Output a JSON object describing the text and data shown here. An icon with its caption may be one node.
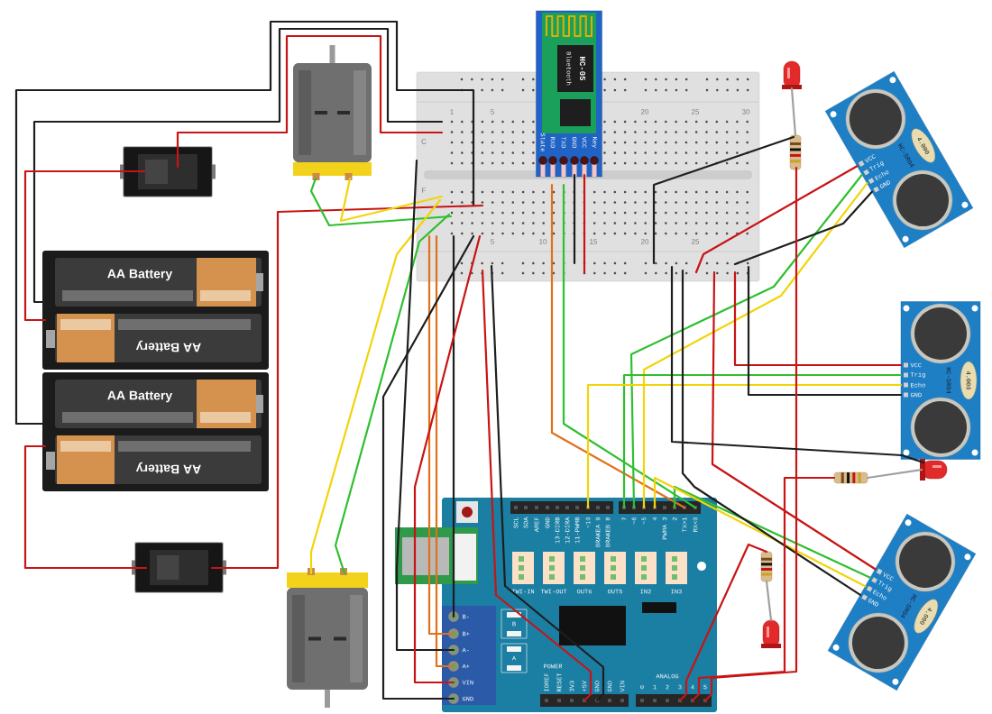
{
  "diagram": {
    "nodes": [
      {
        "text": [
          "1",
          "5",
          "20",
          "25",
          "30",
          "C",
          "F",
          "5",
          "10",
          "15",
          "20",
          "25"
        ]
      },
      {
        "text": [
          "HC-05",
          "Bluetooth",
          "State",
          "RXD",
          "TXD",
          "GND",
          "VCC",
          "Key"
        ]
      },
      {
        "text": [
          "AA Battery",
          "AA Battery"
        ]
      },
      {
        "text": [
          "AA Battery",
          "AA Battery"
        ]
      },
      {
        "text": [],
        "shape": "box"
      },
      {
        "text": [],
        "shape": "box"
      },
      {
        "text": [],
        "shape": "picture"
      },
      {
        "text": [],
        "shape": "picture"
      },
      {
        "text": [
          "SCL",
          "SDA",
          "AREF",
          "GND",
          "13-DIRB",
          "12-DIRA",
          "11-PWMB",
          "~10",
          "BRAKEA 9",
          "BRAKEB 8",
          "7",
          "~6",
          "~5",
          "4",
          "PWMA 3",
          "2",
          "TX>1",
          "RX<0",
          "TWI-IN",
          "TWI-OUT",
          "OUT6",
          "OUT5",
          "IN2",
          "IN3",
          "B-",
          "B+",
          "A-",
          "A+",
          "VIN",
          "GND",
          "B",
          "A",
          "IOREF",
          "RESET",
          "3V3",
          "+5V",
          "GND",
          "GND",
          "VIN",
          "POWER",
          "ANALOG",
          "0",
          "1",
          "2",
          "3",
          "4",
          "5"
        ]
      },
      {
        "text": [
          "HC-SR04",
          "4.000",
          "VCC",
          "Trig",
          "Echo",
          "GND"
        ]
      },
      {
        "text": [
          "HC-SR04",
          "4.000",
          "VCC",
          "Trig",
          "Echo",
          "GND"
        ]
      },
      {
        "text": [
          "HC-SR04",
          "4.000",
          "VCC",
          "Trig",
          "Echo",
          "GND"
        ]
      },
      {
        "text": [],
        "shape": "picture"
      },
      {
        "text": [],
        "shape": "picture"
      },
      {
        "text": [],
        "shape": "picture"
      },
      {
        "text": [],
        "shape": "picture"
      },
      {
        "text": [],
        "shape": "picture"
      },
      {
        "text": [],
        "shape": "picture"
      }
    ],
    "edges": [
      {
        "from": 2,
        "to": 0,
        "arrow": "none",
        "color": "#1e1e1e"
      },
      {
        "from": 3,
        "to": 0,
        "arrow": "none",
        "color": "#1e1e1e"
      },
      {
        "from": 2,
        "to": 4,
        "arrow": "none",
        "color": "#c81414"
      },
      {
        "from": 4,
        "to": 0,
        "arrow": "none",
        "color": "#c81414"
      },
      {
        "from": 3,
        "to": 5,
        "arrow": "none",
        "color": "#c81414"
      },
      {
        "from": 5,
        "to": 0,
        "arrow": "none",
        "color": "#c81414"
      },
      {
        "from": 6,
        "to": 0,
        "arrow": "none",
        "color": "#2fbf2f"
      },
      {
        "from": 6,
        "to": 0,
        "arrow": "none",
        "color": "#f2d40a"
      },
      {
        "from": 7,
        "to": 0,
        "arrow": "none",
        "color": "#f2d40a"
      },
      {
        "from": 7,
        "to": 0,
        "arrow": "none",
        "color": "#2fbf2f"
      },
      {
        "from": 0,
        "to": 8,
        "arrow": "none",
        "color": "#e0701a"
      },
      {
        "from": 0,
        "to": 8,
        "arrow": "none",
        "color": "#e0701a"
      },
      {
        "from": 0,
        "to": 8,
        "arrow": "none",
        "color": "#1e1e1e"
      },
      {
        "from": 0,
        "to": 8,
        "arrow": "none",
        "color": "#1e1e1e"
      },
      {
        "from": 0,
        "to": 8,
        "arrow": "none",
        "color": "#1e1e1e"
      },
      {
        "from": 0,
        "to": 8,
        "arrow": "none",
        "color": "#c81414"
      },
      {
        "from": 0,
        "to": 8,
        "arrow": "none",
        "color": "#c81414"
      },
      {
        "from": 0,
        "to": 8,
        "arrow": "none",
        "color": "#1e1e1e"
      },
      {
        "from": 0,
        "to": 8,
        "arrow": "none",
        "color": "#e0701a"
      },
      {
        "from": 0,
        "to": 8,
        "arrow": "none",
        "color": "#2fbf2f"
      },
      {
        "from": 1,
        "to": 0,
        "arrow": "none",
        "color": "#1e1e1e"
      },
      {
        "from": 1,
        "to": 0,
        "arrow": "none",
        "color": "#c81414"
      },
      {
        "from": 9,
        "to": 0,
        "arrow": "none",
        "color": "#c81414"
      },
      {
        "from": 9,
        "to": 8,
        "arrow": "none",
        "color": "#2fbf2f"
      },
      {
        "from": 9,
        "to": 8,
        "arrow": "none",
        "color": "#f2d40a"
      },
      {
        "from": 9,
        "to": 0,
        "arrow": "none",
        "color": "#1e1e1e"
      },
      {
        "from": 10,
        "to": 0,
        "arrow": "none",
        "color": "#c81414"
      },
      {
        "from": 10,
        "to": 8,
        "arrow": "none",
        "color": "#2fbf2f"
      },
      {
        "from": 10,
        "to": 8,
        "arrow": "none",
        "color": "#f2d40a"
      },
      {
        "from": 10,
        "to": 0,
        "arrow": "none",
        "color": "#1e1e1e"
      },
      {
        "from": 11,
        "to": 0,
        "arrow": "none",
        "color": "#c81414"
      },
      {
        "from": 11,
        "to": 8,
        "arrow": "none",
        "color": "#2fbf2f"
      },
      {
        "from": 11,
        "to": 8,
        "arrow": "none",
        "color": "#f2d40a"
      },
      {
        "from": 11,
        "to": 0,
        "arrow": "none",
        "color": "#1e1e1e"
      },
      {
        "from": 12,
        "to": 13,
        "arrow": "none",
        "color": "#a0a0a0"
      },
      {
        "from": 13,
        "to": 0,
        "arrow": "none",
        "color": "#1e1e1e"
      },
      {
        "from": 13,
        "to": 8,
        "arrow": "none",
        "color": "#c81414"
      },
      {
        "from": 14,
        "to": 15,
        "arrow": "none",
        "color": "#a0a0a0"
      },
      {
        "from": 15,
        "to": 8,
        "arrow": "none",
        "color": "#c81414"
      },
      {
        "from": 14,
        "to": 0,
        "arrow": "none",
        "color": "#1e1e1e"
      },
      {
        "from": 17,
        "to": 16,
        "arrow": "none",
        "color": "#a0a0a0"
      },
      {
        "from": 16,
        "to": 8,
        "arrow": "none",
        "color": "#c81414"
      }
    ]
  }
}
